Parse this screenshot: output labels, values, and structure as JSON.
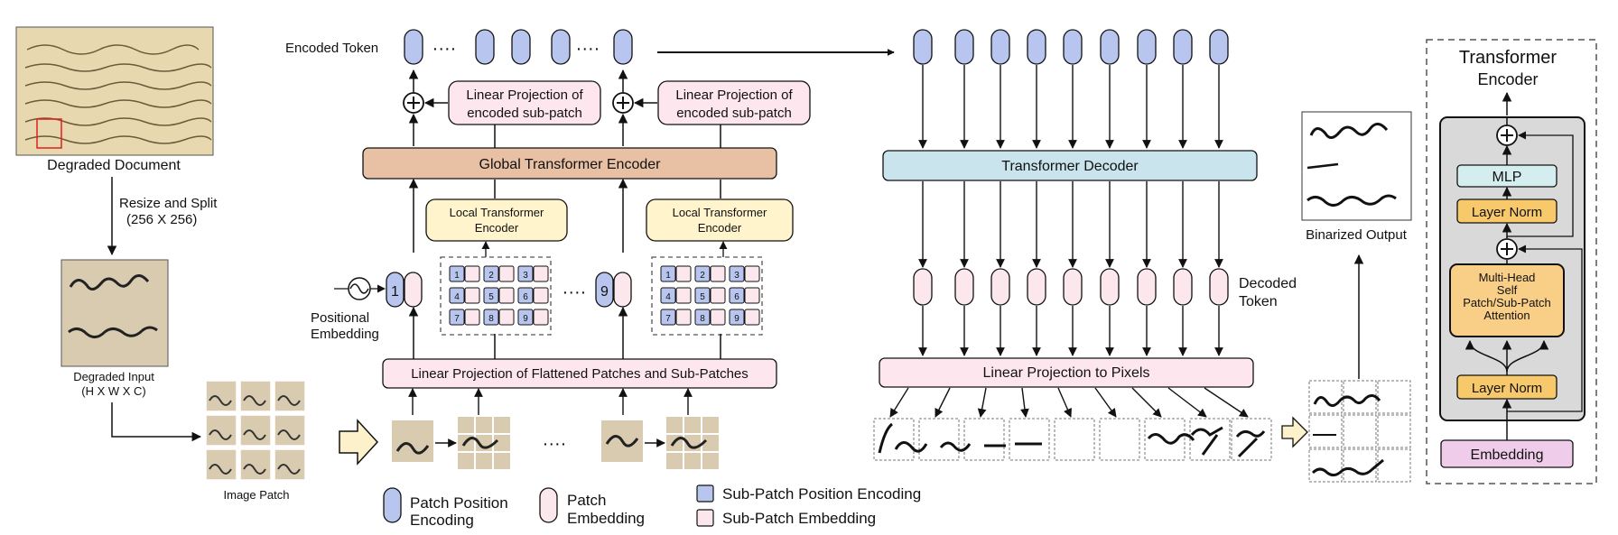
{
  "left": {
    "degraded_document": "Degraded Document",
    "resize_split_1": "Resize and Split",
    "resize_split_2": "(256 X 256)",
    "degraded_input_1": "Degraded Input",
    "degraded_input_2": "(H X W X C)",
    "image_patch": "Image Patch",
    "positional_embedding_1": "Positional",
    "positional_embedding_2": "Embedding"
  },
  "encoder": {
    "encoded_token": "Encoded Token",
    "linear_proj_encoded_1": "Linear Projection of",
    "linear_proj_encoded_2": "encoded sub-patch",
    "global_transformer": "Global Transformer Encoder",
    "local_transformer_1": "Local Transformer",
    "local_transformer_2": "Encoder",
    "linear_proj_flattened": "Linear Projection of Flattened Patches and Sub-Patches",
    "patch_index_first": "1",
    "patch_index_last": "9",
    "sub_patch_numbers": [
      "1",
      "2",
      "3",
      "4",
      "5",
      "6",
      "7",
      "8",
      "9"
    ],
    "dots": "····"
  },
  "decoder": {
    "transformer_decoder": "Transformer Decoder",
    "decoded_token_1": "Decoded",
    "decoded_token_2": "Token",
    "linear_proj_pixels": "Linear Projection to Pixels",
    "binarized_output": "Binarized Output"
  },
  "transformer_encoder_box": {
    "title_1": "Transformer",
    "title_2": "Encoder",
    "mlp": "MLP",
    "layer_norm_top": "Layer Norm",
    "attention_1": "Multi-Head",
    "attention_2": "Self",
    "attention_3": "Patch/Sub-Patch",
    "attention_4": "Attention",
    "layer_norm_bottom": "Layer Norm",
    "embedding": "Embedding"
  },
  "legend": {
    "patch_position_1": "Patch Position",
    "patch_position_2": "Encoding",
    "patch_embedding_1": "Patch",
    "patch_embedding_2": "Embedding",
    "sub_patch_position": "Sub-Patch Position Encoding",
    "sub_patch_embedding": "Sub-Patch Embedding"
  },
  "colors": {
    "token_blue": "#b8c6ef",
    "token_pink": "#fce8ec",
    "global_encoder": "#e8c1a4",
    "local_encoder": "#fff4cc",
    "linear_proj": "#fde6ee",
    "decoder": "#c9e4ec",
    "mlp": "#d4eef0",
    "layer_norm": "#f7c96b",
    "attention": "#f9cf87",
    "embedding": "#eeccea",
    "encoder_panel": "#d9d9d9",
    "document_bg": "#e8d8b0"
  },
  "icons": {
    "add": "plus-circle-icon",
    "positional": "sine-wave-icon",
    "flow": "block-arrow-icon"
  }
}
